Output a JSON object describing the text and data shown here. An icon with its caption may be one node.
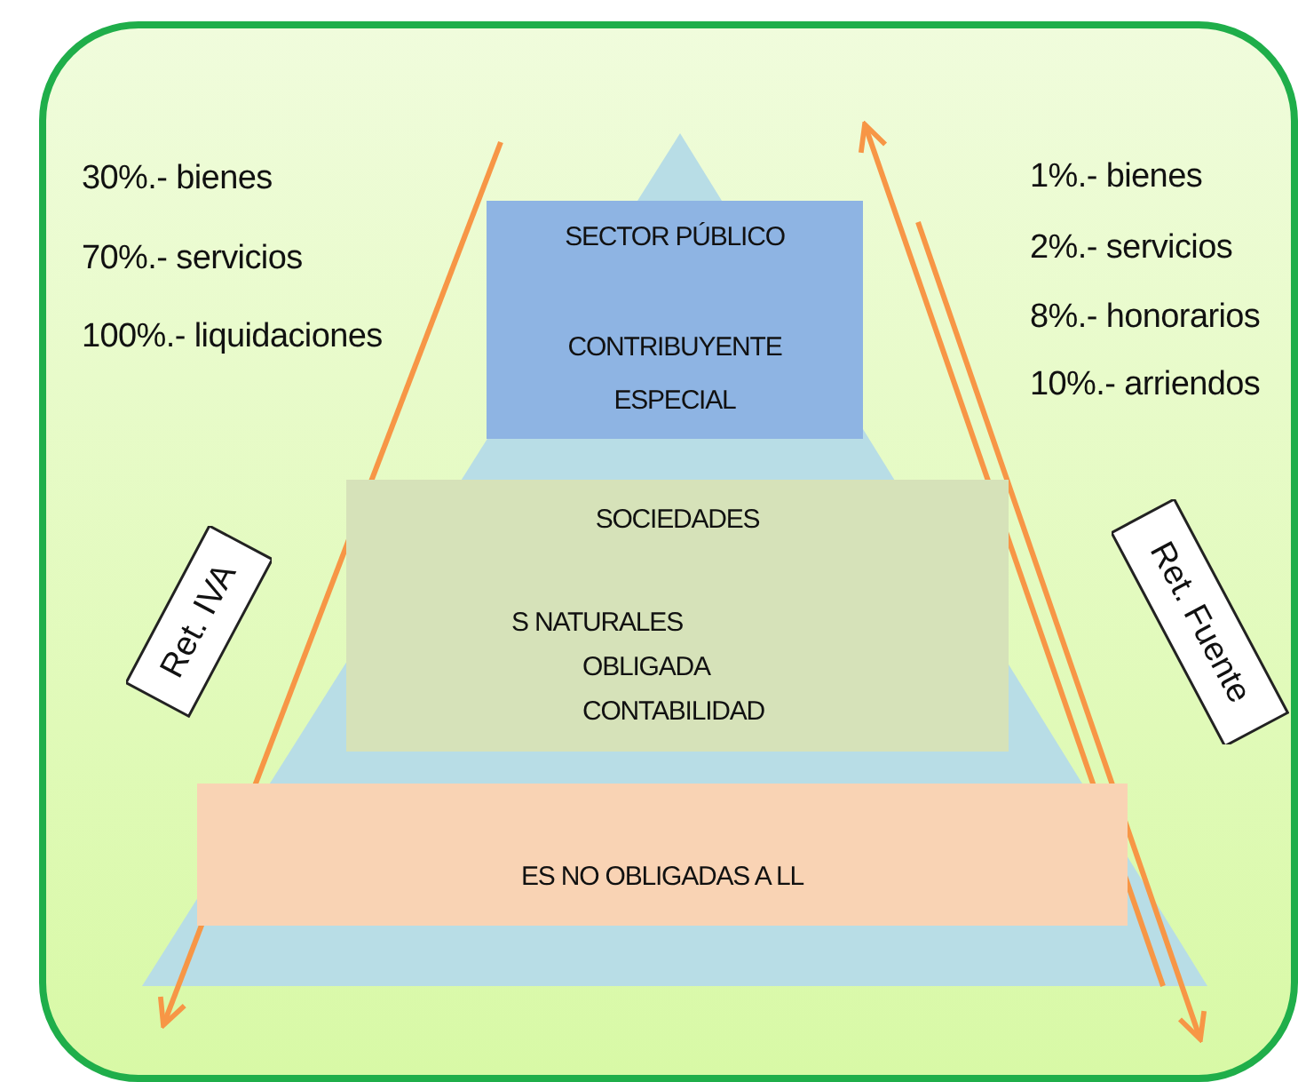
{
  "diagram": {
    "nodes": [
      {
        "text": [
          "SECTOR PÚBLICO",
          "CONTRIBUYENTE ESPECIAL"
        ]
      },
      {
        "text": [
          "SOCIEDADES",
          "S NATURALES OBLIGADA CONTABILIDAD"
        ]
      },
      {
        "text": [
          "ES NO OBLIGADAS A LL"
        ]
      },
      {
        "text": [
          "Ret. IVA"
        ]
      },
      {
        "text": [
          "Ret. Fuente"
        ]
      }
    ],
    "labels": [
      "30%.- bienes",
      "70%.- servicios",
      "100%.- liquidaciones",
      "1%.- bienes",
      "2%.- servicios",
      "8%.- honorarios",
      "10%.- arriendos"
    ]
  }
}
